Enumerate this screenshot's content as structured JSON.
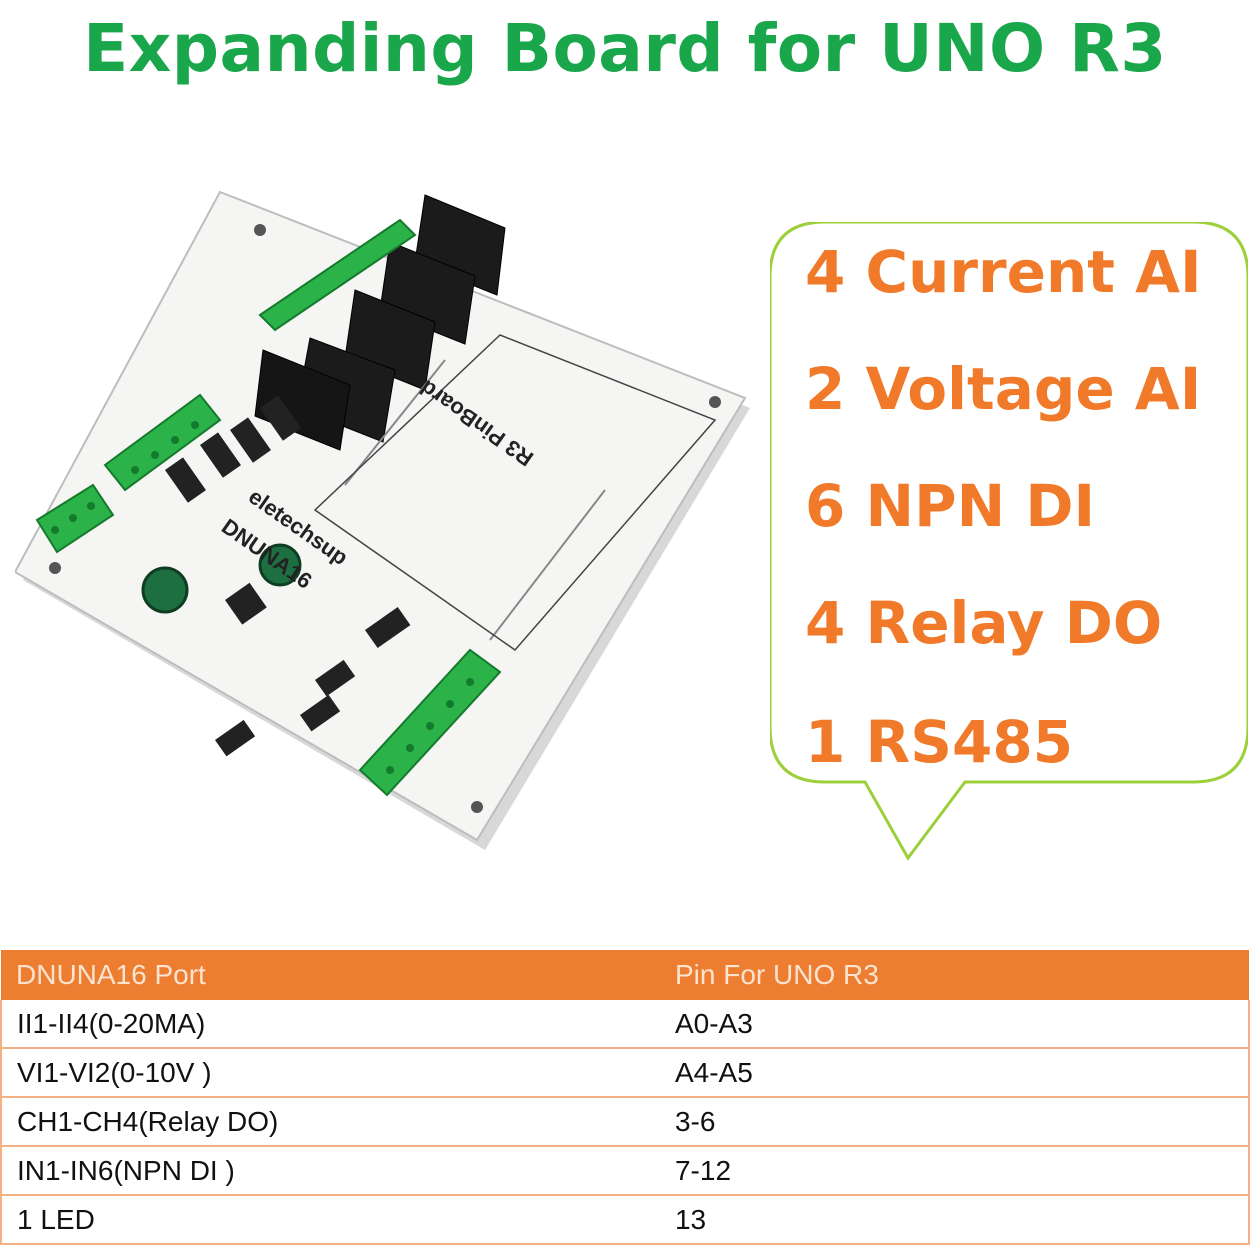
{
  "title": "Expanding Board for UNO R3",
  "board": {
    "brand": "eletechsup",
    "model": "DNUNA16",
    "pinboard_label": "R3 PinBoard"
  },
  "features": [
    "4 Current AI",
    "2 Voltage AI",
    "6 NPN DI",
    "4 Relay DO",
    "1 RS485"
  ],
  "table": {
    "headers": [
      "DNUNA16 Port",
      "Pin For UNO R3"
    ],
    "rows": [
      [
        "II1-II4(0-20MA)",
        "A0-A3"
      ],
      [
        "VI1-VI2(0-10V )",
        "A4-A5"
      ],
      [
        "CH1-CH4(Relay DO)",
        "3-6"
      ],
      [
        "IN1-IN6(NPN DI )",
        "7-12"
      ],
      [
        "1 LED",
        "13"
      ]
    ]
  },
  "colors": {
    "title": "#1aa64a",
    "feature_text": "#f07a2a",
    "bubble_outline": "#9ccf3a",
    "table_header": "#ed7d31"
  }
}
